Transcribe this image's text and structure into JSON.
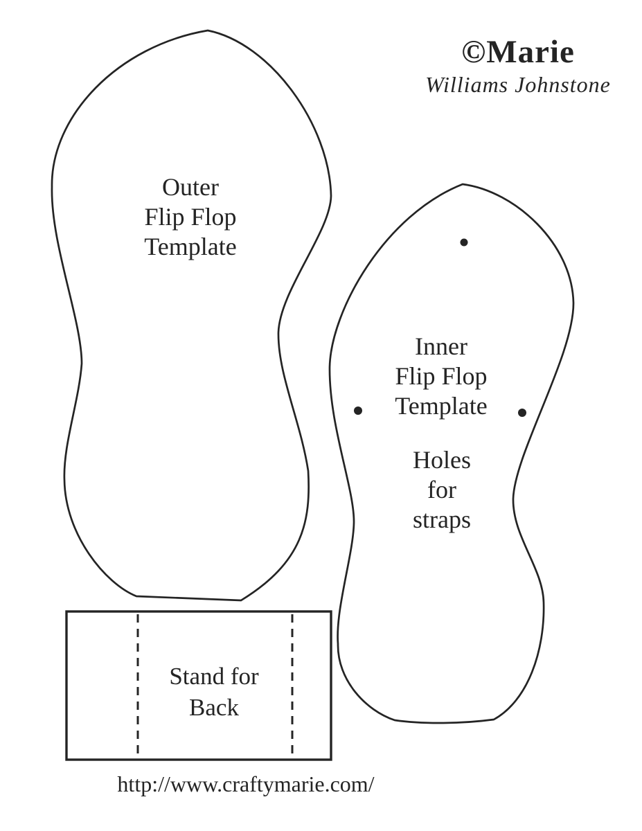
{
  "colors": {
    "ink": "#242424",
    "paper": "#ffffff"
  },
  "header": {
    "copyright": "©Marie",
    "signature": "Williams Johnstone"
  },
  "outer_template": {
    "label_lines": [
      "Outer",
      "Flip Flop",
      "Template"
    ]
  },
  "inner_template": {
    "label_lines": [
      "Inner",
      "Flip Flop",
      "Template"
    ],
    "holes_note_lines": [
      "Holes",
      "for",
      "straps"
    ],
    "hole_count": 3
  },
  "stand": {
    "label_lines": [
      "Stand for",
      "Back"
    ]
  },
  "footer": {
    "url": "http://www.craftymarie.com/"
  }
}
